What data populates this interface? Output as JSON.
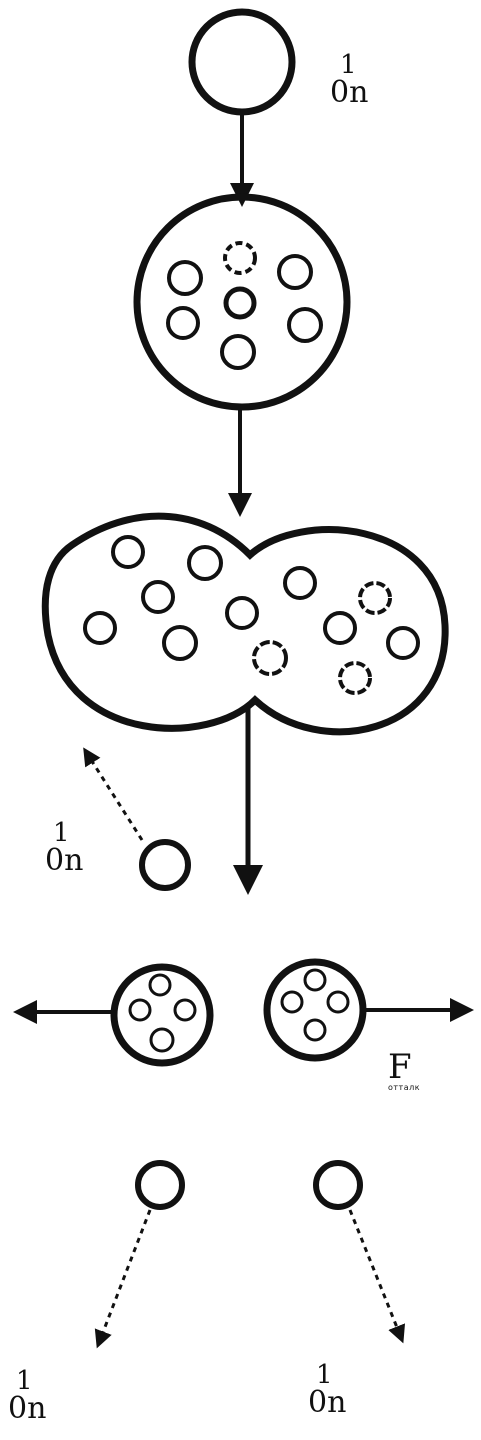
{
  "colors": {
    "ink": "#111111",
    "background": "#ffffff"
  },
  "labels": {
    "neutron_incoming": {
      "mass": "1",
      "symbol": "0n"
    },
    "neutron_emitted_left": {
      "mass": "1",
      "symbol": "0n"
    },
    "neutron_bottom_left": {
      "mass": "1",
      "symbol": "0n"
    },
    "neutron_bottom_right": {
      "mass": "1",
      "symbol": "0n"
    },
    "fission_force": {
      "letter": "F",
      "subscript": "отталк"
    }
  }
}
